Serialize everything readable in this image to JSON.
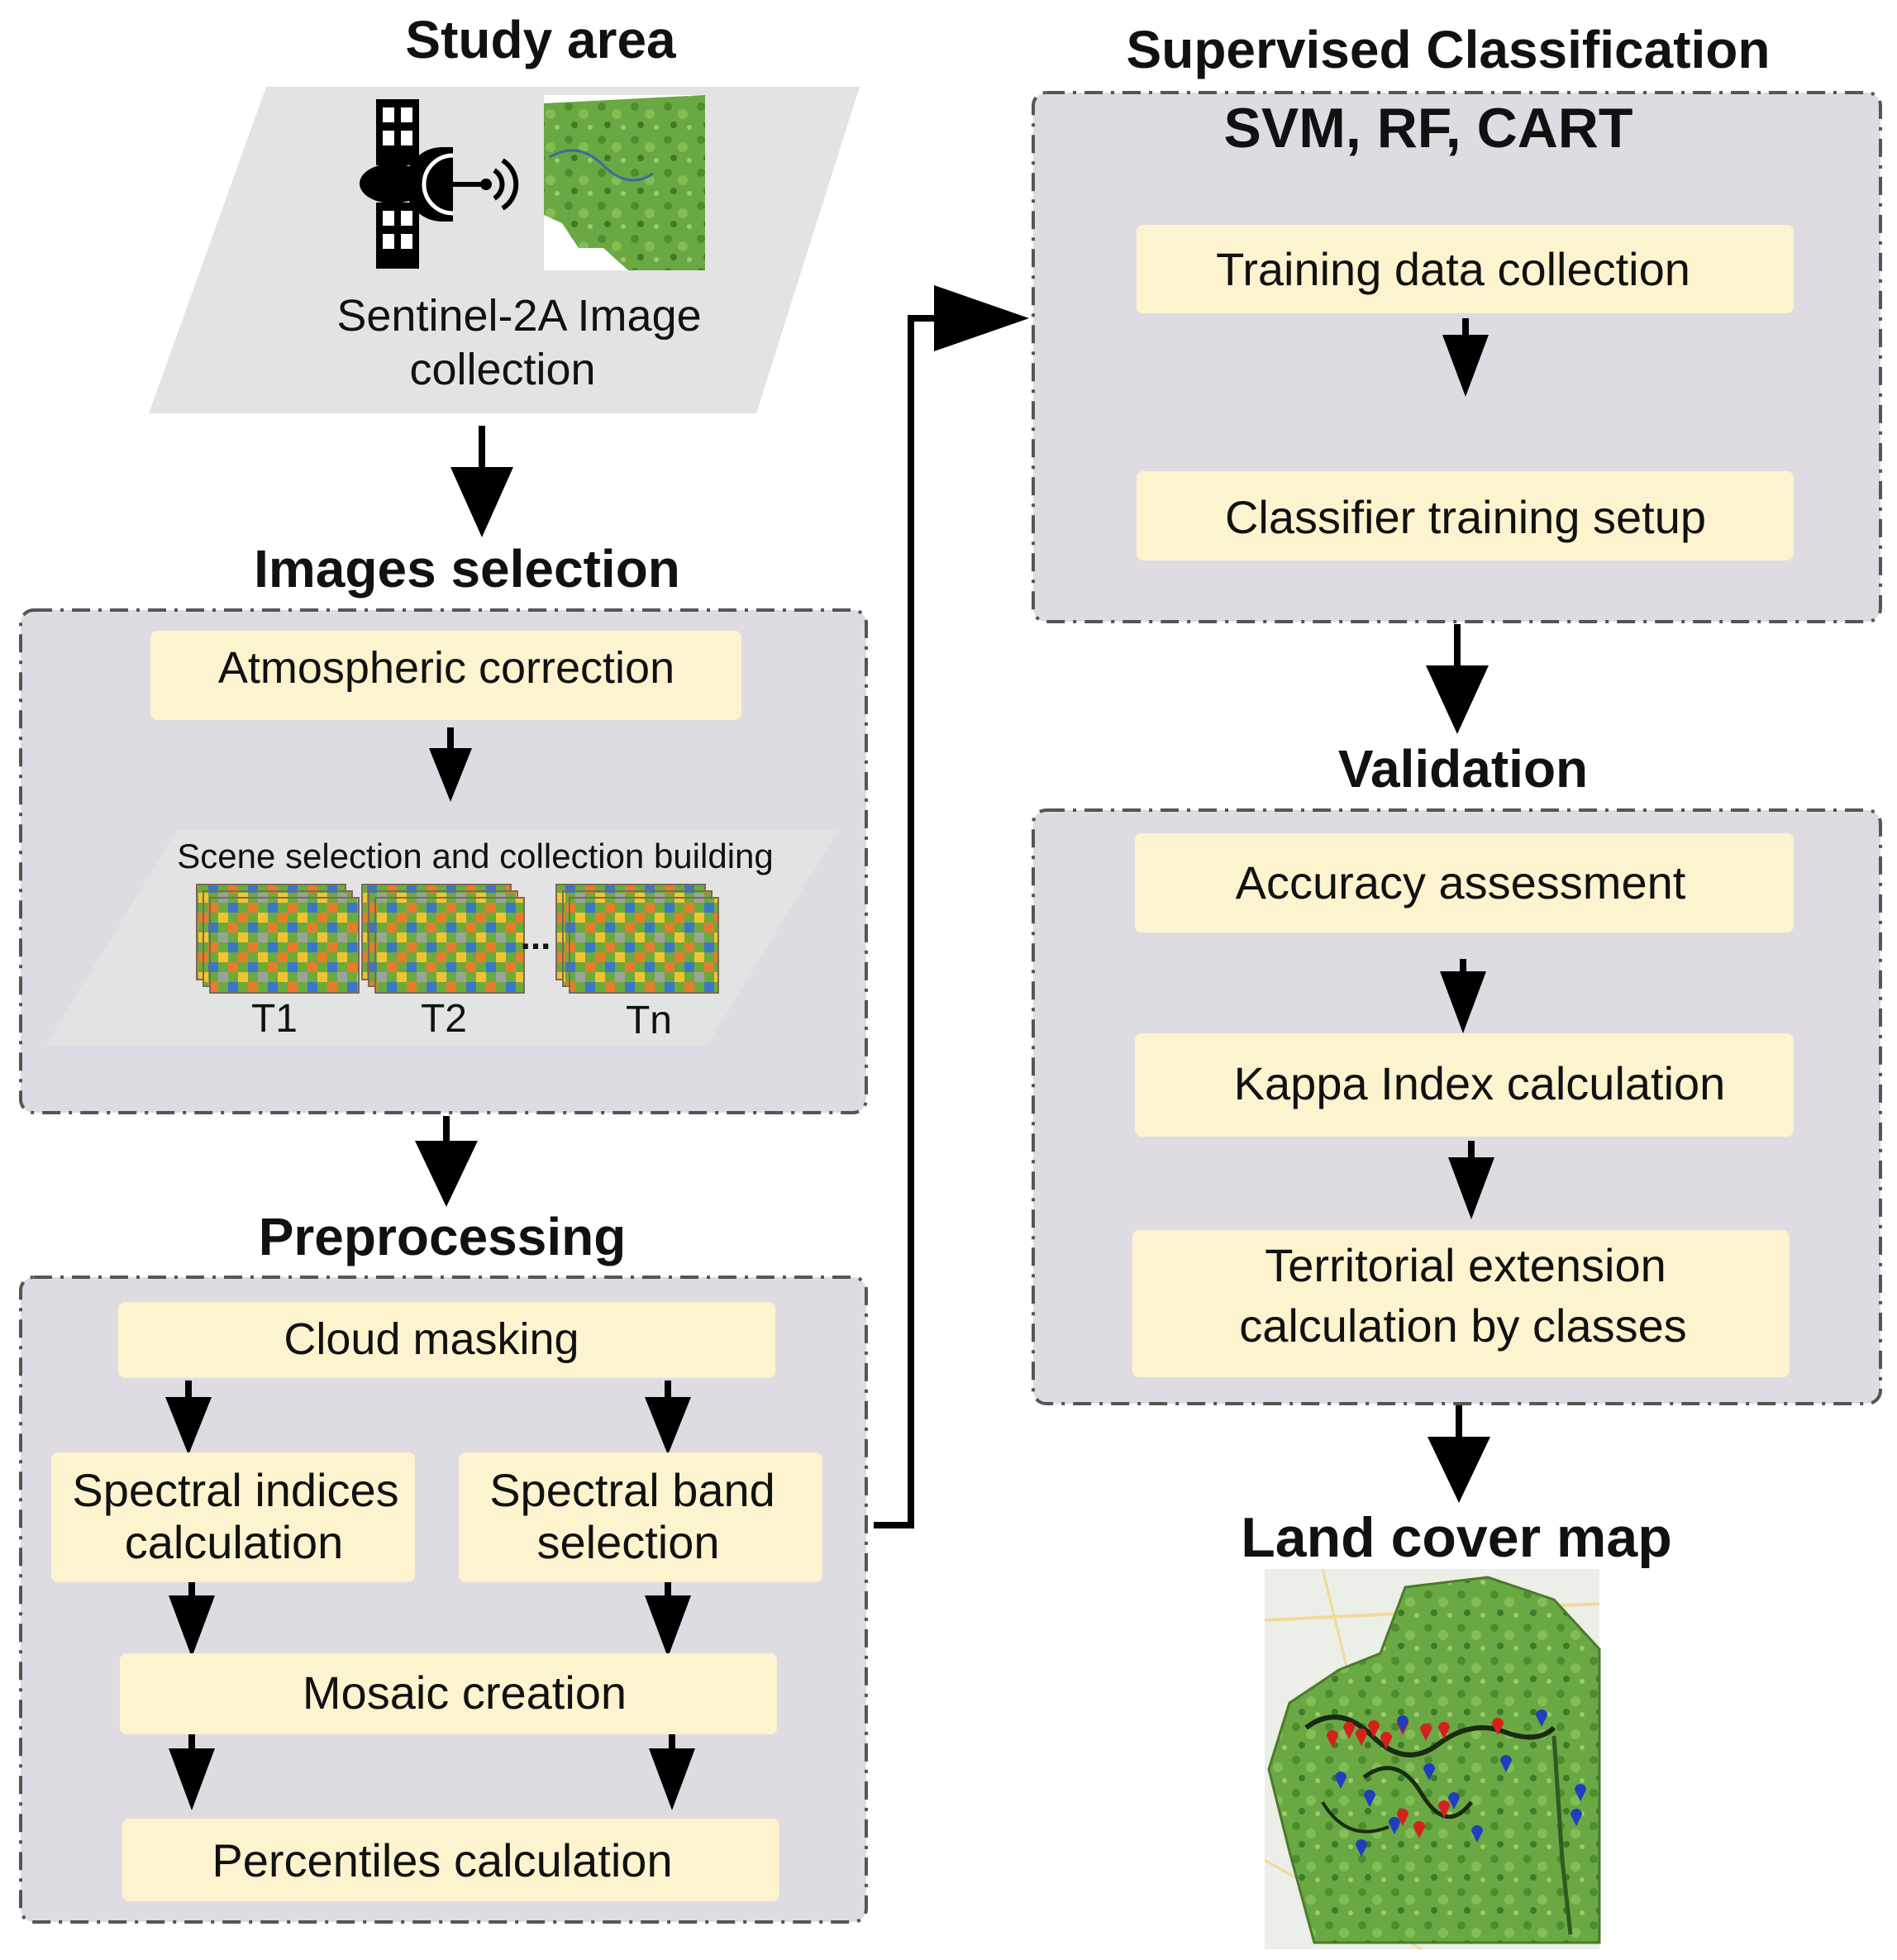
{
  "study_area": {
    "title": "Study area",
    "caption_line1": "Sentinel-2A Image",
    "caption_line2": "collection"
  },
  "images_selection": {
    "title": "Images selection",
    "atmospheric": "Atmospheric correction",
    "scene_label": "Scene selection and collection building",
    "ellipsis": "...",
    "stacks": [
      "T1",
      "T2",
      "Tn"
    ]
  },
  "preprocessing": {
    "title": "Preprocessing",
    "cloud": "Cloud masking",
    "indices_line1": "Spectral indices",
    "indices_line2": "calculation",
    "band_line1": "Spectral band",
    "band_line2": "selection",
    "mosaic": "Mosaic creation",
    "percentiles": "Percentiles calculation"
  },
  "supervised": {
    "title": "Supervised Classification",
    "subtitle": "SVM, RF, CART",
    "training": "Training data collection",
    "classifier": "Classifier training setup"
  },
  "validation": {
    "title": "Validation",
    "accuracy": "Accuracy assessment",
    "kappa": "Kappa Index calculation",
    "territorial_line1": "Territorial extension",
    "territorial_line2": "calculation by classes"
  },
  "output": {
    "title": "Land cover map"
  },
  "colors": {
    "container_fill": "#dedbe3",
    "step_fill": "#fdf3cf",
    "parallelogram_fill": "#e3e3e3",
    "map_green": "#5e9e3c",
    "marker_red": "#d62020",
    "marker_blue": "#1f3fbf",
    "mosaic_tiles": [
      "#e87c2a",
      "#6bab3c",
      "#f2c232",
      "#3c76c9",
      "#9aa39a"
    ]
  },
  "icons": [
    "satellite-icon",
    "mosaic-stack-icon",
    "map-thumbnail",
    "land-cover-map"
  ]
}
